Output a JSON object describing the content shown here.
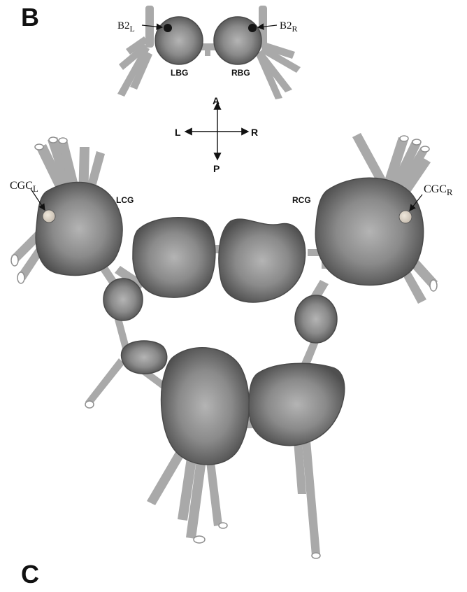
{
  "panels": {
    "b_letter": "B",
    "c_letter": "C"
  },
  "panel_b": {
    "cell_left": "B2",
    "cell_left_sub": "L",
    "cell_right": "B2",
    "cell_right_sub": "R",
    "ganglion_left": "LBG",
    "ganglion_right": "RBG"
  },
  "orientation": {
    "anterior": "A",
    "posterior": "P",
    "left": "L",
    "right": "R"
  },
  "panel_c": {
    "ganglion_left": "LCG",
    "ganglion_right": "RCG",
    "cell_left": "CGC",
    "cell_left_sub": "L",
    "cell_right": "CGC",
    "cell_right_sub": "R"
  },
  "colors": {
    "ganglion_dark": "#4a4a4a",
    "ganglion_light": "#b0b0b0",
    "nerve": "#a9a9a9"
  }
}
